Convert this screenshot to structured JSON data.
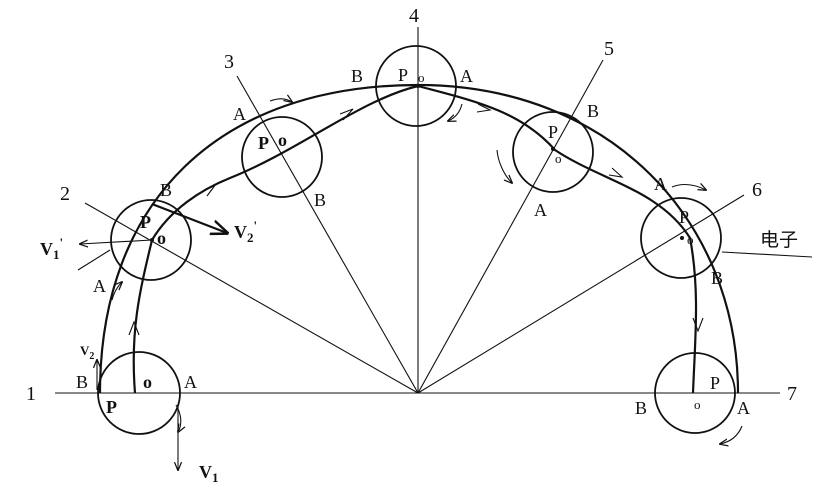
{
  "rays": [
    "1",
    "2",
    "3",
    "4",
    "5",
    "6",
    "7"
  ],
  "points": {
    "A": "A",
    "B": "B",
    "P": "P",
    "o": "o"
  },
  "velocities": {
    "v1": "V",
    "v1_sub": "1",
    "v2": "V",
    "v2_sub": "2",
    "v1p": "V",
    "v1p_sub": "1",
    "v1p_prime": "'",
    "v2p": "V",
    "v2p_sub": "2",
    "v2p_prime": "'"
  },
  "electron": "电子"
}
